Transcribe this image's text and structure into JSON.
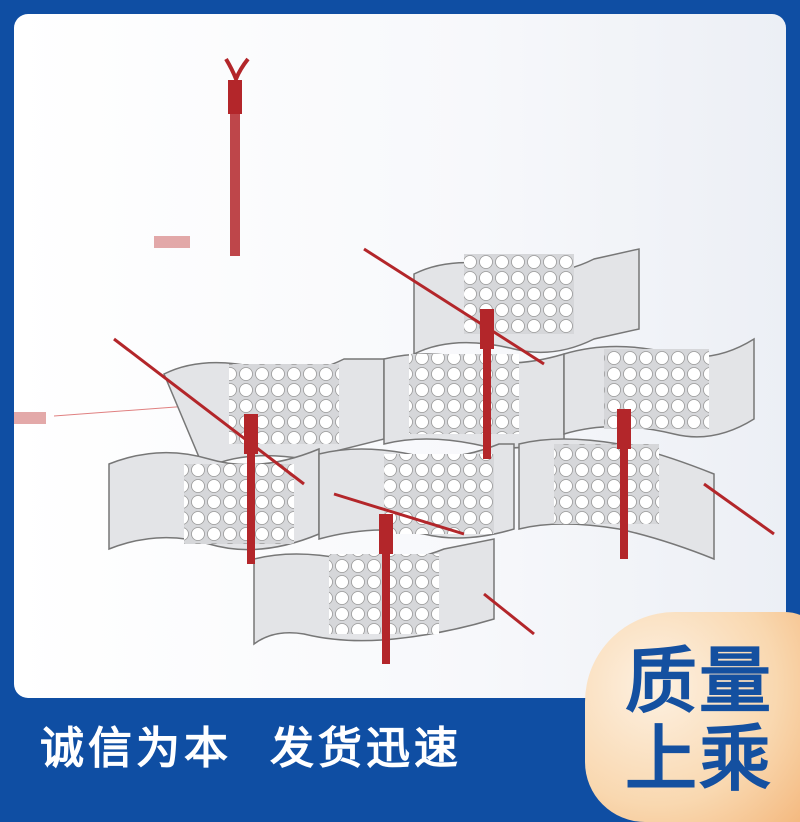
{
  "slogan": {
    "left": "诚信为本",
    "right": "发货迅速"
  },
  "badge": {
    "line1": "质量",
    "line2": "上乘"
  },
  "colors": {
    "frame": "#0f4ea3",
    "badge_text": "#1450a0",
    "rod": "#b3262a",
    "cell": "#d9dadd"
  }
}
